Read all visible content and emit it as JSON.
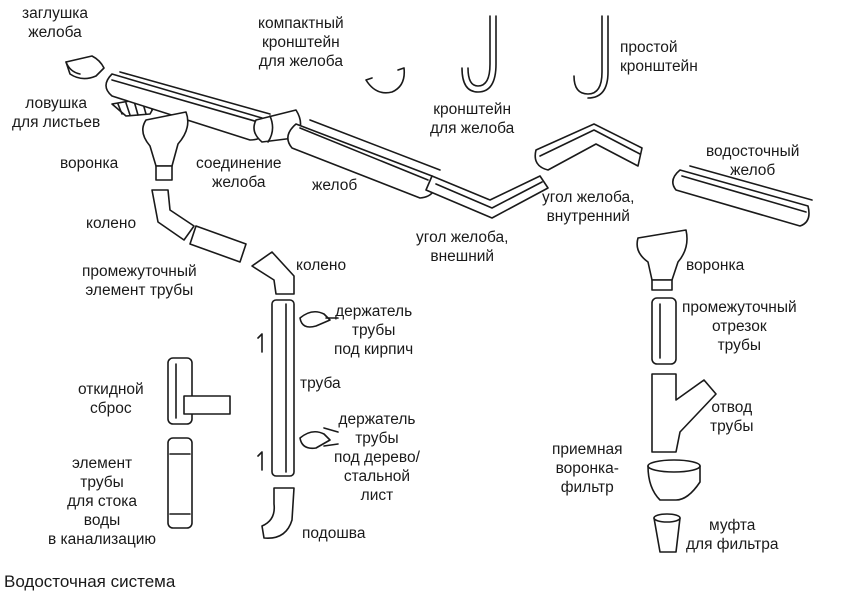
{
  "labels": {
    "gutter_cap": "заглушка\nжелоба",
    "leaf_trap": "ловушка\nдля листьев",
    "funnel_left": "воронка",
    "compact_bracket": "компактный\nкронштейн\nдля желоба",
    "bracket": "кронштейн\nдля желоба",
    "simple_bracket": "простой\nкронштейн",
    "gutter_connection": "соединение\nжелоба",
    "gutter": "желоб",
    "corner_external": "угол желоба,\nвнешний",
    "corner_internal": "угол желоба,\nвнутренний",
    "drain_gutter": "водосточный\nжелоб",
    "elbow_left": "колено",
    "elbow_right": "колено",
    "intermediate_element": "промежуточный\nэлемент трубы",
    "holder_brick": "держатель\nтрубы\nпод кирпич",
    "pipe": "труба",
    "holder_wood": "держатель\nтрубы\nпод дерево/\nстальной\nлист",
    "shoe": "подошва",
    "tilting_discharge": "откидной\nсброс",
    "sewer_element": "элемент\nтрубы\nдля стока\nводы\nв канализацию",
    "funnel_right": "воронка",
    "intermediate_segment": "промежуточный\nотрезок\nтрубы",
    "pipe_branch": "отвод\nтрубы",
    "receiving_funnel": "приемная\nворонка-\nфильтр",
    "filter_coupling": "муфта\nдля фильтра"
  },
  "caption": "Водосточная система"
}
